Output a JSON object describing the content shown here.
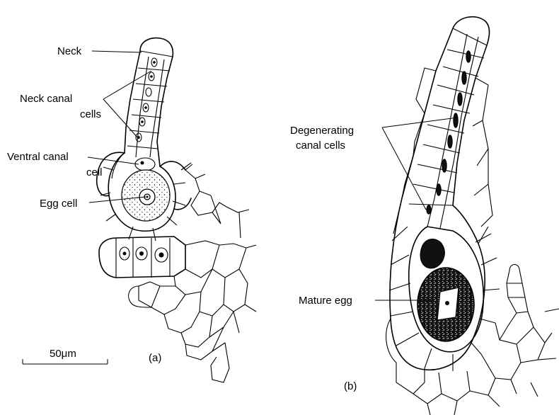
{
  "panel_a": {
    "panel_label": "(a)",
    "labels": {
      "neck": "Neck",
      "neck_canal_1": "Neck canal",
      "neck_canal_2": "cells",
      "ventral_canal_1": "Ventral canal",
      "ventral_canal_2": "cell",
      "egg_cell": "Egg cell"
    },
    "scale_bar": "50μm"
  },
  "panel_b": {
    "panel_label": "(b)",
    "labels": {
      "degenerating_1": "Degenerating",
      "degenerating_2": "canal cells",
      "mature_egg": "Mature egg"
    }
  }
}
